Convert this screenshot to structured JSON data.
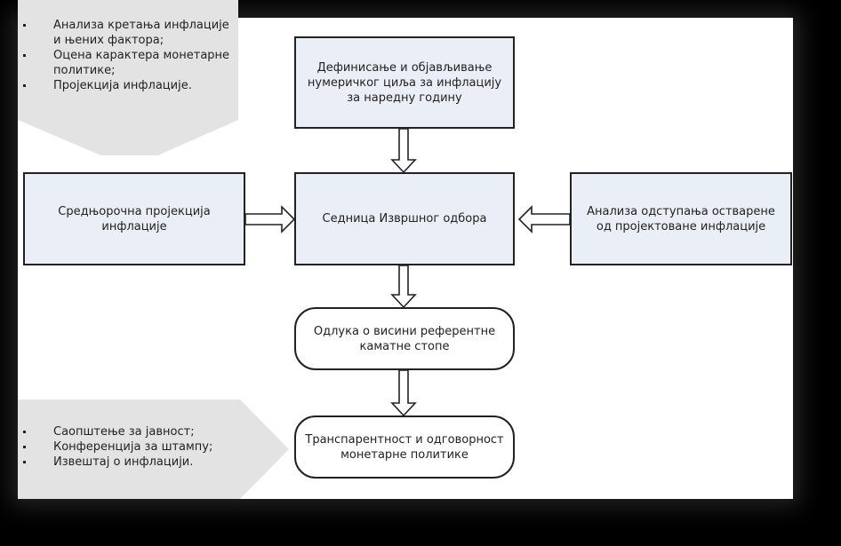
{
  "nodes": {
    "target": "Дефинисање и објављивање нумеричког циља за инфлацију за наредну годину",
    "session": "Седница Извршног одбора",
    "projection": "Средњорочна пројекција инфлације",
    "deviation": "Анализа одступања остварене од пројектоване инфлације",
    "decision": "Одлука о висини референтне каматне стопе",
    "transparency": "Транспарентност и одговорност монетарне политике"
  },
  "top_panel": {
    "items": [
      "Анализа кретања инфлације и њених фактора;",
      "Оцена карактера монетарне политике;",
      "Пројекција инфлације."
    ]
  },
  "bottom_panel": {
    "items": [
      "Саопштење за јавност;",
      "Конференција за штампу;",
      "Извештај о инфлацији."
    ]
  },
  "colors": {
    "box_fill": "#e9eef7",
    "panel_fill": "#e3e3e3",
    "border": "#222222"
  }
}
